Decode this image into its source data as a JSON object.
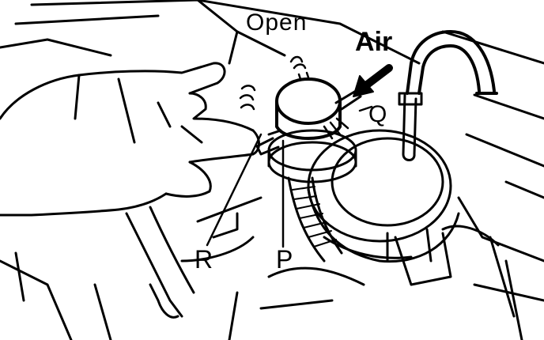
{
  "labels": {
    "open": "Open",
    "air": "Air",
    "q": "Q",
    "r": "R",
    "p": "P"
  },
  "colors": {
    "ink": "#000000",
    "paper": "#ffffff"
  }
}
